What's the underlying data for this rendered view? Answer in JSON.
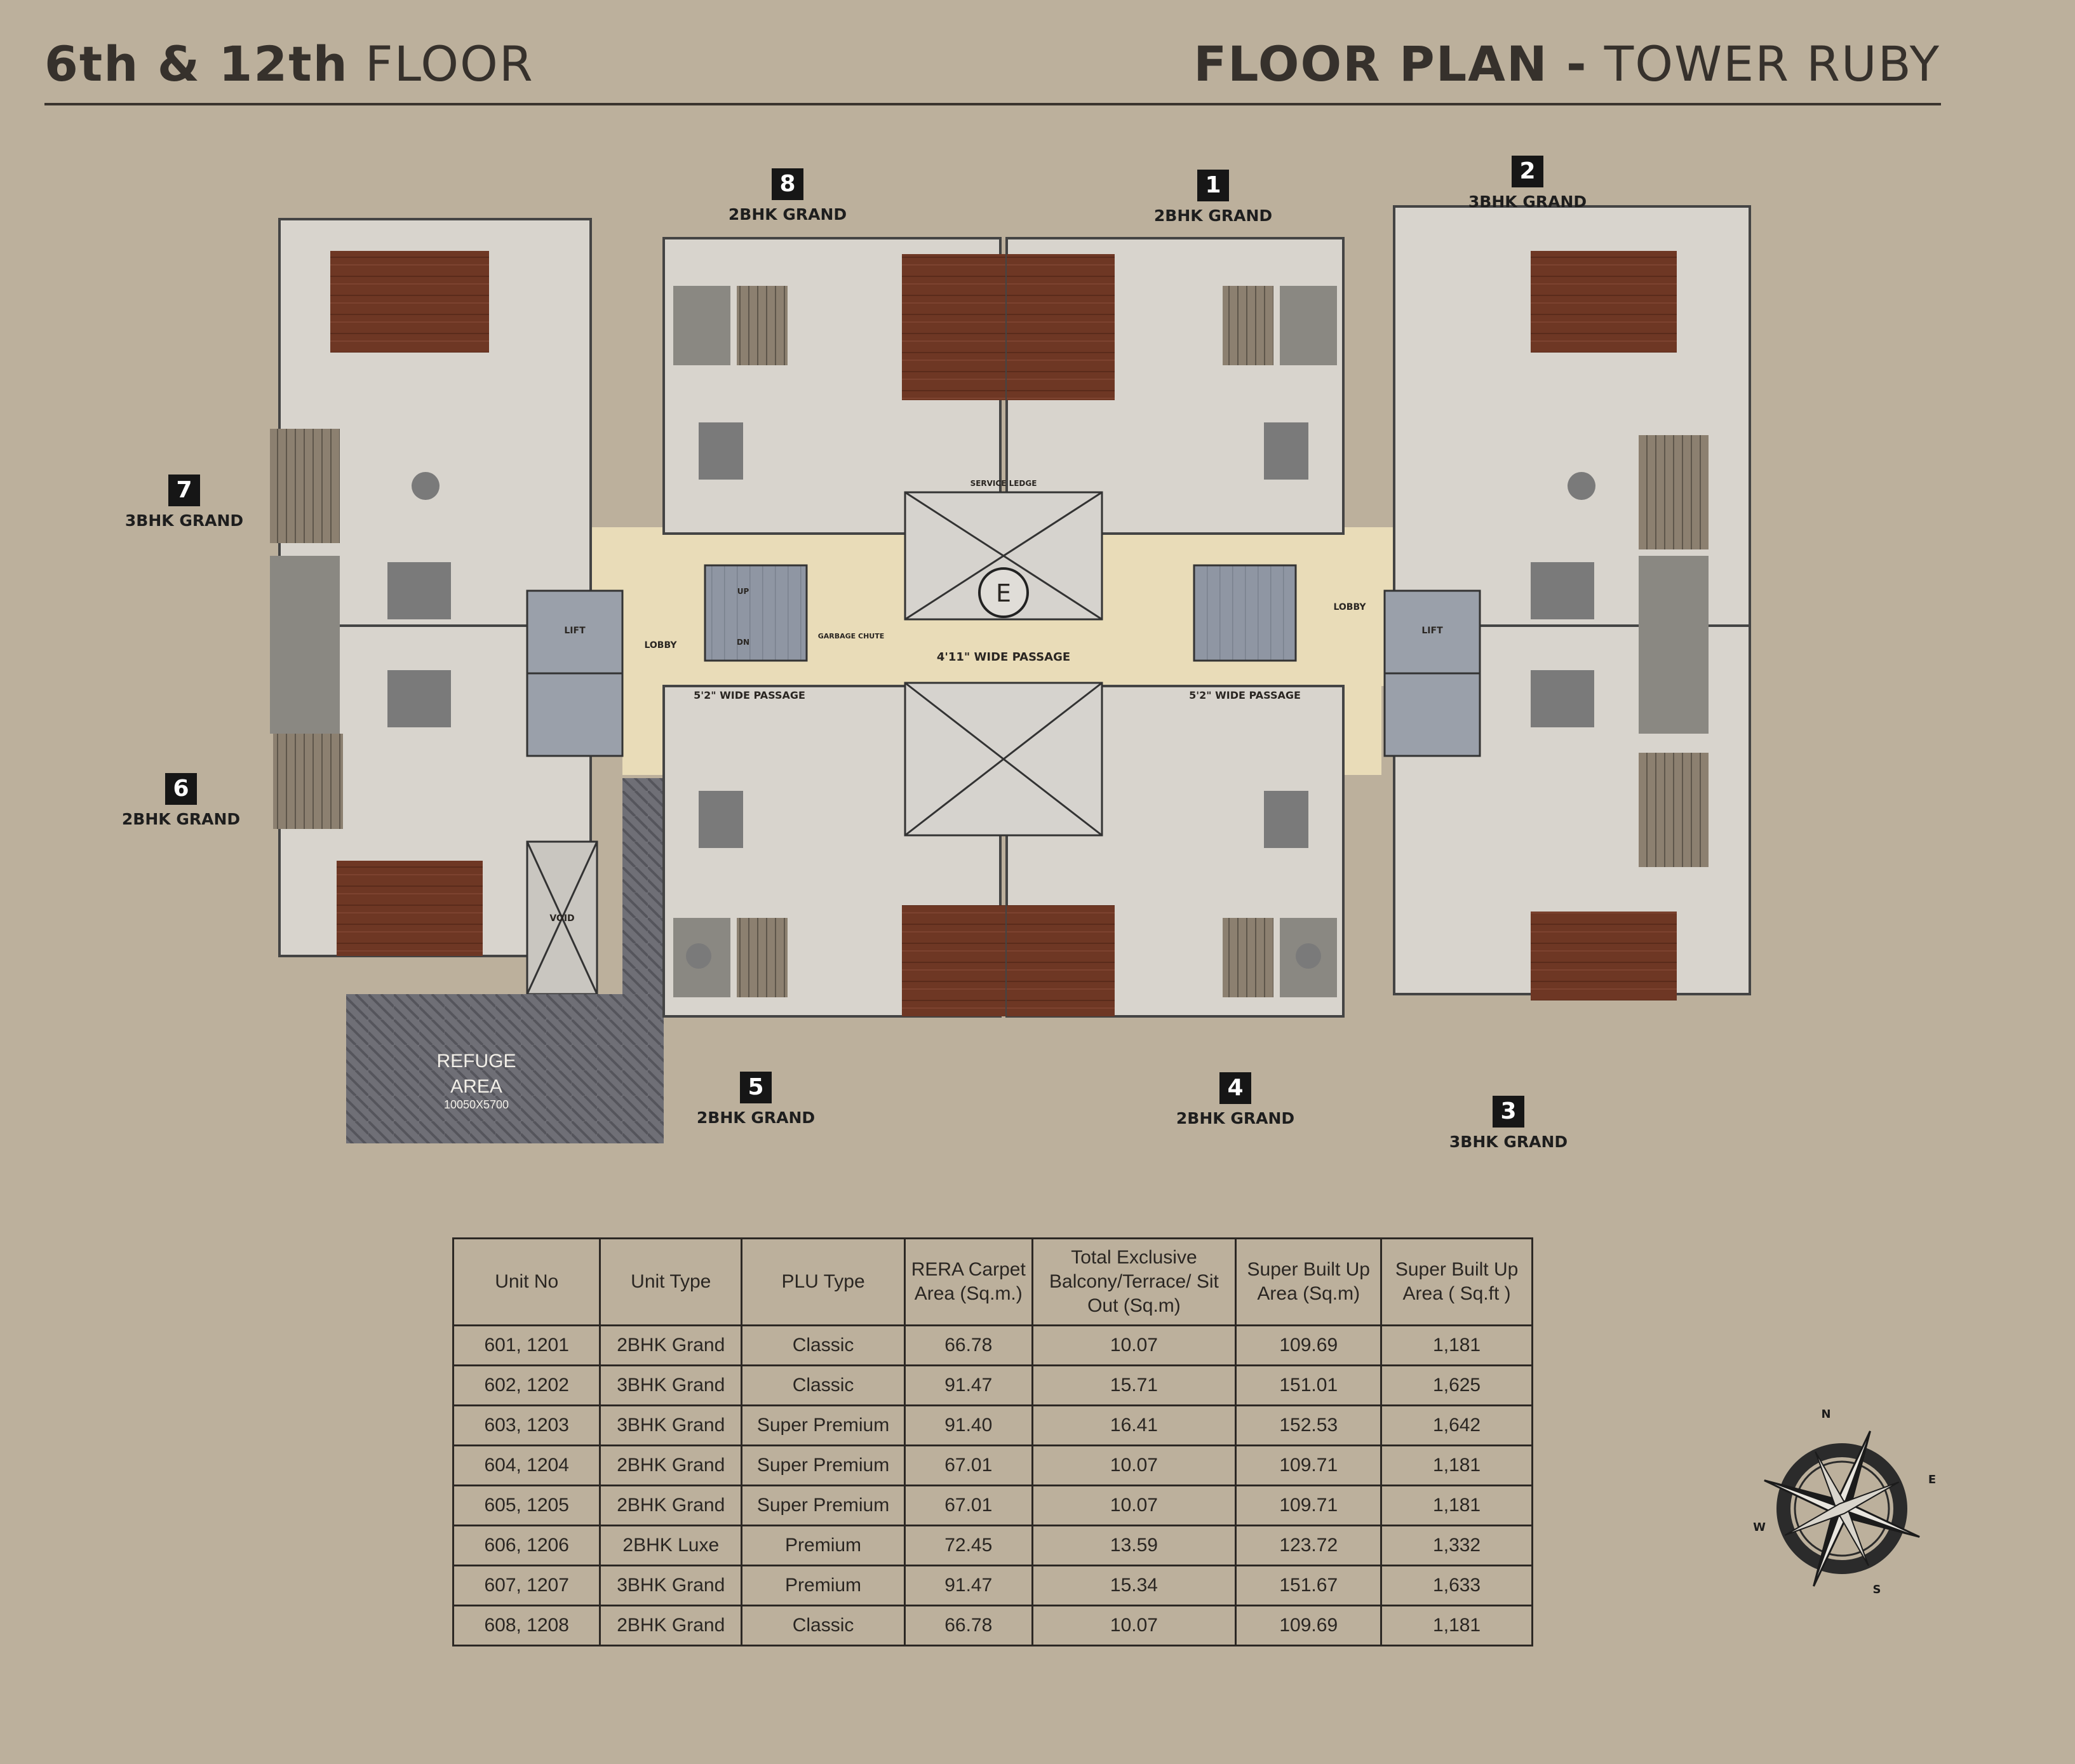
{
  "header": {
    "left_bold": "6th & 12th",
    "left_thin": "FLOOR",
    "right_bold": "FLOOR PLAN -",
    "right_thin": "TOWER RUBY"
  },
  "units": [
    {
      "num": "8",
      "type": "2BHK GRAND"
    },
    {
      "num": "1",
      "type": "2BHK GRAND"
    },
    {
      "num": "2",
      "type": "3BHK GRAND"
    },
    {
      "num": "7",
      "type": "3BHK GRAND"
    },
    {
      "num": "6",
      "type": "2BHK GRAND"
    },
    {
      "num": "5",
      "type": "2BHK GRAND"
    },
    {
      "num": "4",
      "type": "2BHK GRAND"
    },
    {
      "num": "3",
      "type": "3BHK GRAND"
    }
  ],
  "plan_text": {
    "passage_center": "4'11\" WIDE PASSAGE",
    "passage_left": "5'2\" WIDE PASSAGE",
    "passage_right": "5'2\" WIDE PASSAGE",
    "lobby_left": "LOBBY",
    "lobby_right": "LOBBY",
    "lift": "LIFT",
    "void": "VOID",
    "refuge_line1": "REFUGE",
    "refuge_line2": "AREA",
    "refuge_dim": "10050X5700",
    "exit": "E",
    "garbage": "GARBAGE CHUTE",
    "service_ledge": "SERVICE LEDGE",
    "up": "UP",
    "dn": "DN"
  },
  "table": {
    "headers": [
      "Unit No",
      "Unit Type",
      "PLU Type",
      "RERA Carpet Area (Sq.m.)",
      "Total Exclusive Balcony/Terrace/ Sit Out (Sq.m)",
      "Super Built Up Area (Sq.m)",
      "Super Built Up Area ( Sq.ft )"
    ],
    "rows": [
      [
        "601, 1201",
        "2BHK Grand",
        "Classic",
        "66.78",
        "10.07",
        "109.69",
        "1,181"
      ],
      [
        "602, 1202",
        "3BHK Grand",
        "Classic",
        "91.47",
        "15.71",
        "151.01",
        "1,625"
      ],
      [
        "603, 1203",
        "3BHK Grand",
        "Super Premium",
        "91.40",
        "16.41",
        "152.53",
        "1,642"
      ],
      [
        "604, 1204",
        "2BHK Grand",
        "Super Premium",
        "67.01",
        "10.07",
        "109.71",
        "1,181"
      ],
      [
        "605, 1205",
        "2BHK Grand",
        "Super Premium",
        "67.01",
        "10.07",
        "109.71",
        "1,181"
      ],
      [
        "606, 1206",
        "2BHK Luxe",
        "Premium",
        "72.45",
        "13.59",
        "123.72",
        "1,332"
      ],
      [
        "607, 1207",
        "3BHK Grand",
        "Premium",
        "91.47",
        "15.34",
        "151.67",
        "1,633"
      ],
      [
        "608, 1208",
        "2BHK Grand",
        "Classic",
        "66.78",
        "10.07",
        "109.69",
        "1,181"
      ]
    ]
  },
  "compass": {
    "n": "N",
    "e": "E",
    "s": "S",
    "w": "W"
  },
  "colors": {
    "background": "#bcb09c",
    "floor": "#d8d4cd",
    "passage": "#e9dcb8",
    "wood": "#6b3522",
    "wall": "#3a3a3a"
  }
}
